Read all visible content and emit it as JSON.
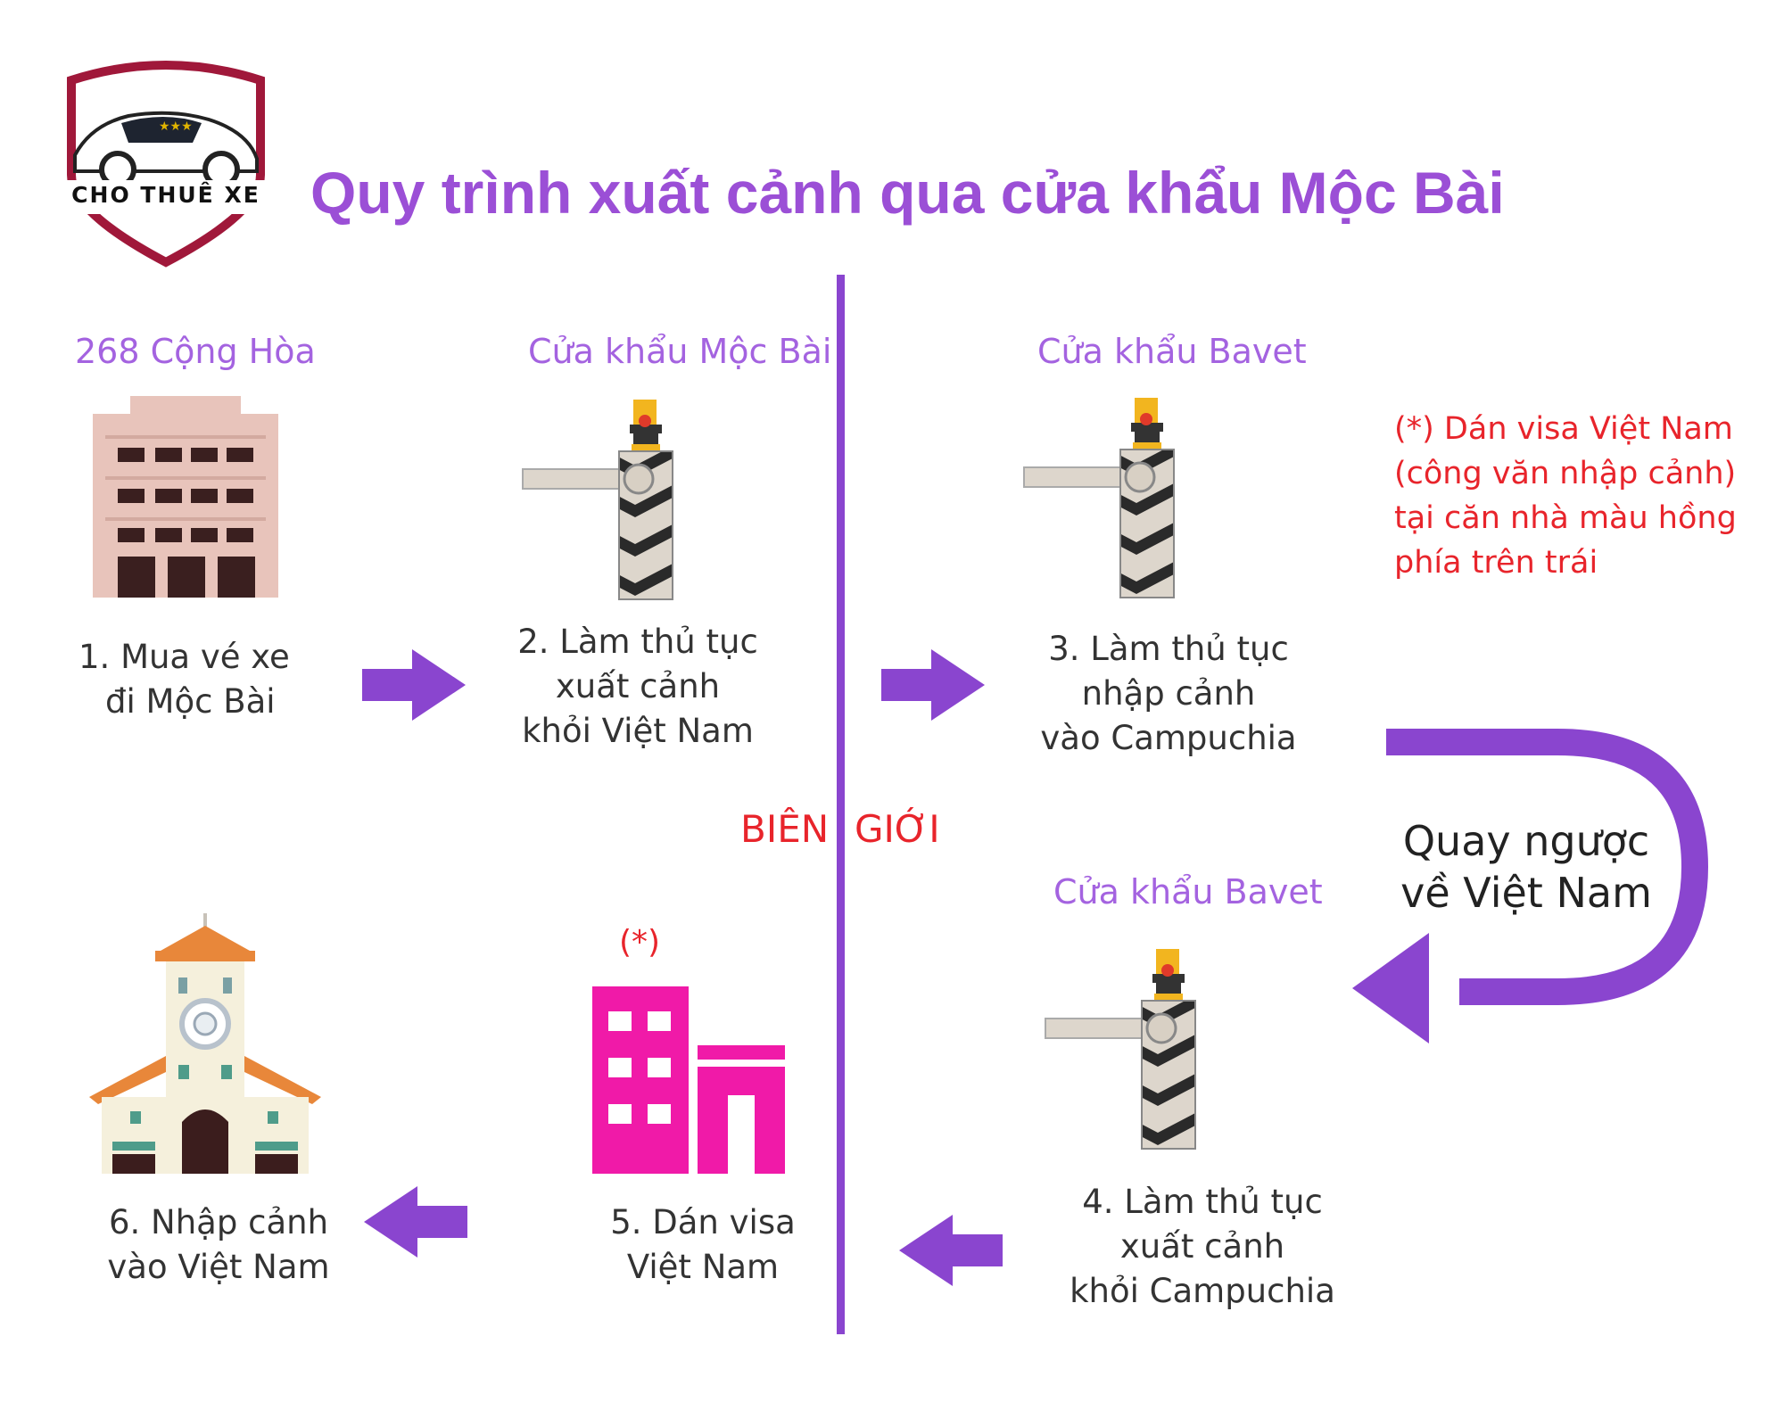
{
  "logo": {
    "text": "CHO THUÊ XE",
    "color": "#a0183a"
  },
  "title": "Quy trình xuất cảnh qua cửa khẩu Mộc Bài",
  "colors": {
    "title": "#9b4fd6",
    "place": "#a463e0",
    "accent": "#8a45cf",
    "red": "#e8242b",
    "visa_building": "#f01aa8"
  },
  "places": {
    "origin": "268 Cộng Hòa",
    "mocbai": "Cửa khẩu Mộc Bài",
    "bavet_in": "Cửa khẩu Bavet",
    "bavet_out": "Cửa khẩu Bavet"
  },
  "steps": {
    "s1": [
      "1. Mua vé xe",
      "đi Mộc Bài"
    ],
    "s2": [
      "2. Làm thủ tục",
      "xuất cảnh",
      "khỏi Việt Nam"
    ],
    "s3": [
      "3. Làm thủ tục",
      "nhập cảnh",
      "vào Campuchia"
    ],
    "s4": [
      "4. Làm thủ tục",
      "xuất cảnh",
      "khỏi Campuchia"
    ],
    "s5": [
      "5. Dán visa",
      "Việt Nam"
    ],
    "s6": [
      "6. Nhập cảnh",
      "vào Việt Nam"
    ]
  },
  "border_label": [
    "BIÊN",
    "GIỚI"
  ],
  "asterisk": "(*)",
  "note": [
    "(*)  Dán visa Việt Nam",
    "(công văn nhập cảnh)",
    "tại căn nhà màu hồng",
    "phía trên trái"
  ],
  "uturn_label": [
    "Quay ngược",
    "về Việt Nam"
  ],
  "icons": [
    "car-logo-icon",
    "office-building-icon",
    "border-barrier-icon",
    "pink-building-icon",
    "market-hall-icon",
    "arrow-right-icon",
    "arrow-left-icon",
    "u-turn-arrow-icon"
  ]
}
